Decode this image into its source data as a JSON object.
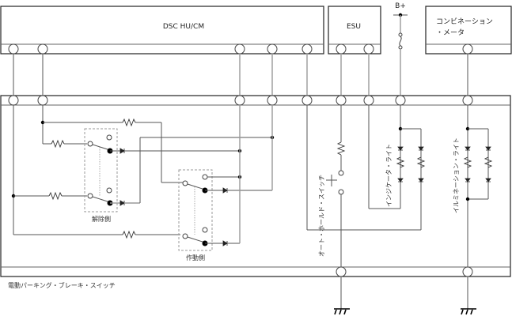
{
  "diagram": {
    "type": "wiring-schematic",
    "components": {
      "dsc_unit": {
        "label": "DSC HU/CM"
      },
      "esu": {
        "label": "ESU"
      },
      "battery": {
        "label": "B+"
      },
      "combination_meter": {
        "label_line1": "コンビネーション",
        "label_line2": "・メータ"
      },
      "parking_switch": {
        "label": "電動パーキング・ブレーキ・スイッチ"
      }
    },
    "internal_labels": {
      "release_side": "解除側",
      "apply_side": "作動側",
      "auto_hold_switch": "オート・ホールド・スイッチ",
      "indicator_light": "インジケータ・ライト",
      "illumination_light": "イルミネーション・ライト"
    },
    "grounds": [
      "ground-esu-line",
      "ground-meter-line"
    ]
  }
}
